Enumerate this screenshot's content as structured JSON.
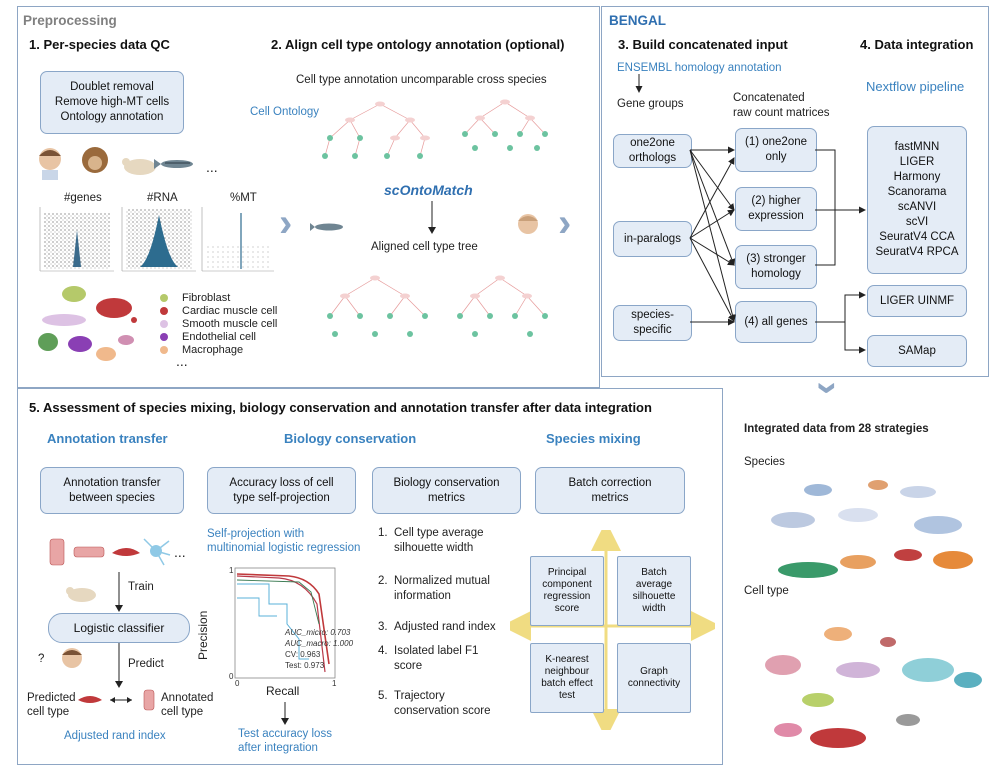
{
  "preprocessing": {
    "title": "Preprocessing",
    "step1": {
      "title": "1. Per-species data QC",
      "qc_box": "Doublet removal\nRemove high-MT cells\nOntology annotation",
      "ellipsis": "...",
      "metrics": [
        "#genes",
        "#RNA",
        "%MT"
      ],
      "legend": [
        {
          "label": "Fibroblast",
          "color": "#b5c96a"
        },
        {
          "label": "Cardiac muscle cell",
          "color": "#c0393b"
        },
        {
          "label": "Smooth muscle cell",
          "color": "#ddc2e4"
        },
        {
          "label": "Endothelial cell",
          "color": "#8a3fb4"
        },
        {
          "label": "Macrophage",
          "color": "#f0b98c"
        }
      ],
      "legend_more": "..."
    },
    "step2": {
      "title": "2. Align cell type ontology annotation (optional)",
      "subtitle": "Cell type annotation uncomparable cross species",
      "cell_ontology": "Cell Ontology",
      "tool": "scOntoMatch",
      "aligned": "Aligned cell type tree"
    }
  },
  "bengal": {
    "title": "BENGAL",
    "step3": {
      "title": "3. Build concatenated input",
      "ensembl": "ENSEMBL homology annotation",
      "gene_groups": "Gene groups",
      "matrices_label": "Concatenated\nraw count matrices",
      "groups": [
        "one2one\northologs",
        "in-paralogs",
        "species-\nspecific"
      ],
      "matrices": [
        "(1) one2one\nonly",
        "(2) higher\nexpression",
        "(3) stronger\nhomology",
        "(4) all genes"
      ]
    },
    "step4": {
      "title": "4. Data integration",
      "pipeline": "Nextflow pipeline",
      "methods": [
        "fastMNN",
        "LIGER",
        "Harmony",
        "Scanorama",
        "scANVI",
        "scVI",
        "SeuratV4 CCA",
        "SeuratV4 RPCA"
      ],
      "liger_uinmf": "LIGER UINMF",
      "samap": "SAMap"
    }
  },
  "integrated": {
    "title": "Integrated data from 28 strategies",
    "species": "Species",
    "cell_type": "Cell type"
  },
  "assessment": {
    "title": "5. Assessment of species mixing, biology conservation and annotation transfer after data integration",
    "annotation_transfer": {
      "heading": "Annotation transfer",
      "box": "Annotation transfer\nbetween species",
      "ellipsis": "...",
      "train": "Train",
      "classifier": "Logistic classifier",
      "question": "?",
      "predict": "Predict",
      "predicted": "Predicted\ncell type",
      "annotated": "Annotated\ncell type",
      "metric": "Adjusted rand index"
    },
    "biology_conservation": {
      "heading": "Biology conservation",
      "box1": "Accuracy loss of cell\ntype self-projection",
      "self_projection": "Self-projection with\nmultinomial logistic regression",
      "ylabel": "Precision",
      "xlabel": "Recall",
      "x_ticks": [
        "0",
        "1"
      ],
      "y_ticks": [
        "0",
        "1"
      ],
      "stats": [
        "AUC_micro: 0.703",
        "AUC_macro: 1.000",
        "CV: 0.963",
        "Test: 0.973"
      ],
      "result": "Test accuracy loss\nafter integration",
      "box2": "Biology conservation\nmetrics",
      "metrics": [
        "Cell type average\nsilhouette width",
        "Normalized mutual\ninformation",
        "Adjusted rand index",
        "Isolated label F1\nscore",
        "Trajectory\nconservation score"
      ]
    },
    "species_mixing": {
      "heading": "Species mixing",
      "box": "Batch correction\nmetrics",
      "quadrants": [
        "Principal\ncomponent\nregression\nscore",
        "Batch\naverage\nsilhouette\nwidth",
        "K-nearest\nneighbour\nbatch effect\ntest",
        "Graph\nconnectivity"
      ]
    }
  },
  "colors": {
    "panel_border": "#8ea6c4",
    "box_fill": "#e4ecf6",
    "accent_blue": "#3a82bf",
    "tree_node": "#6cc3a0",
    "tree_edge": "#e69a9a",
    "axis_arrow": "#f0dc82"
  }
}
